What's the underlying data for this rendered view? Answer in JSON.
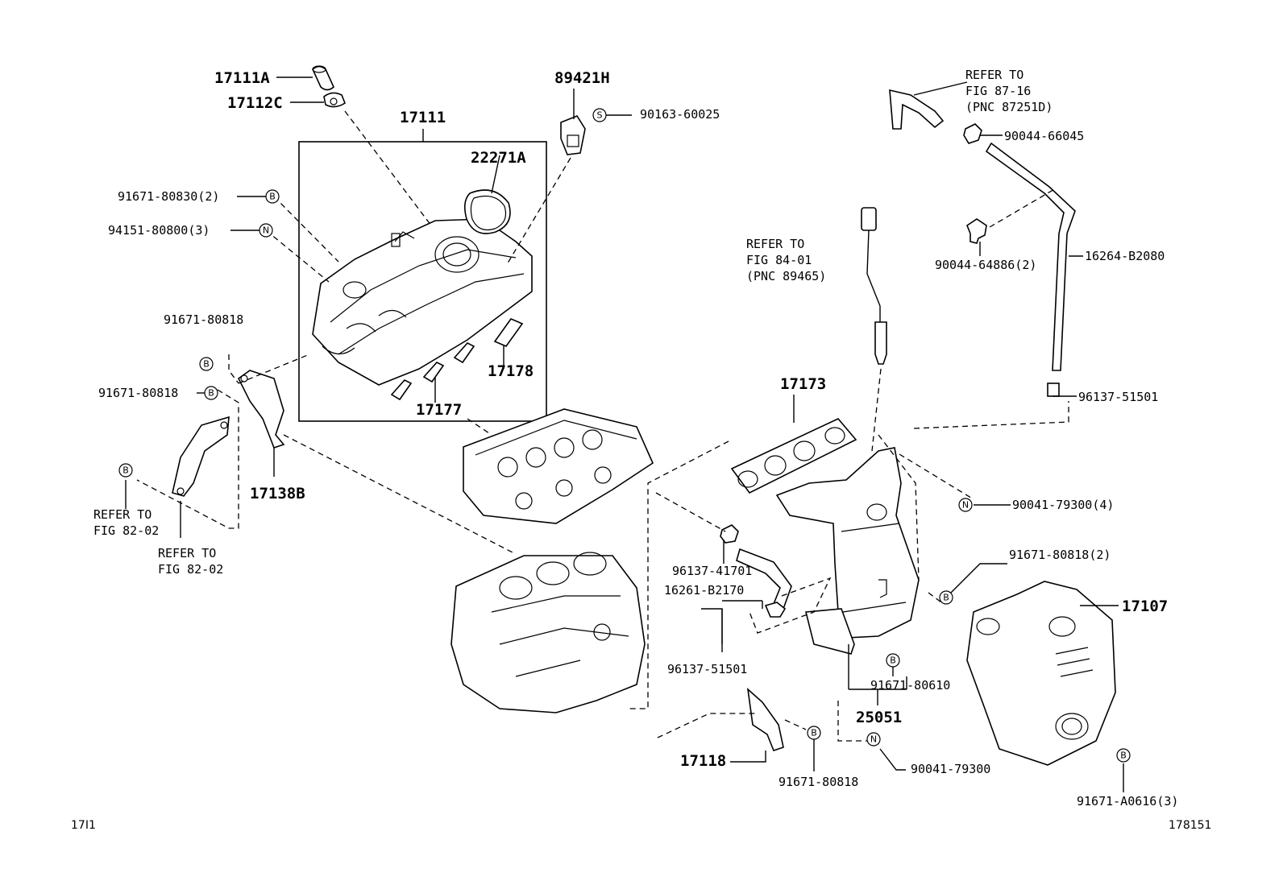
{
  "labels": {
    "p17111A": "17111A",
    "p17112C": "17112C",
    "p17111": "17111",
    "p89421H": "89421H",
    "p90163": "90163-60025",
    "p22271A": "22271A",
    "p91671_80830": "91671-80830(2)",
    "p94151": "94151-80800(3)",
    "p91671_80818_a": "91671-80818",
    "p91671_80818_b": "91671-80818",
    "p17178": "17178",
    "p17177": "17177",
    "p17138B": "17138B",
    "ref82_a_1": "REFER TO",
    "ref82_a_2": "FIG 82-02",
    "ref82_b_1": "REFER TO",
    "ref82_b_2": "FIG 82-02",
    "ref87_1": "REFER TO",
    "ref87_2": "FIG 87-16",
    "ref87_3": "(PNC 87251D)",
    "p90044_66045": "90044-66045",
    "p90044_64886": "90044-64886(2)",
    "p16264": "16264-B2080",
    "ref84_1": "REFER TO",
    "ref84_2": "FIG 84-01",
    "ref84_3": "(PNC 89465)",
    "p17173": "17173",
    "p96137_51501_a": "96137-51501",
    "p90041_79300_4": "90041-79300(4)",
    "p91671_80818_2": "91671-80818(2)",
    "p17107": "17107",
    "p96137_41701": "96137-41701",
    "p16261": "16261-B2170",
    "p96137_51501_b": "96137-51501",
    "p91671_80610": "91671-80610",
    "p25051": "25051",
    "p17118": "17118",
    "p91671_80818_c": "91671-80818",
    "p90041_79300": "90041-79300",
    "p91671_A0616": "91671-A0616(3)",
    "footer_left": "17I1",
    "footer_right": "178151"
  },
  "markers": {
    "bolt": "B",
    "nut": "N",
    "screw": "S"
  }
}
